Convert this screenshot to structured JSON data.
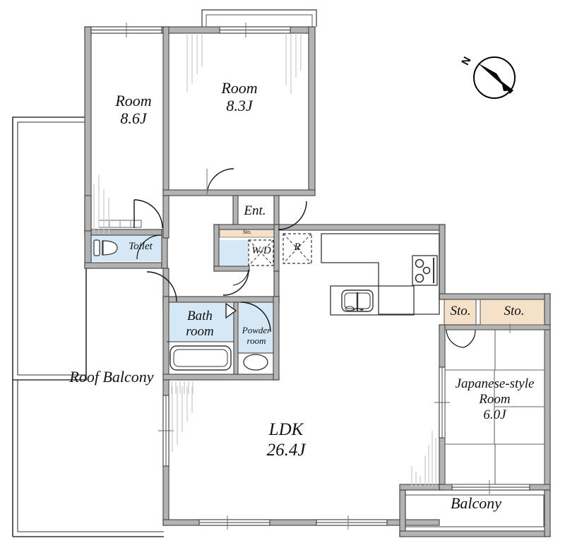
{
  "plan": {
    "title": "Apartment Floor Plan",
    "colors": {
      "wall": "#b3b3b3",
      "wall_outline": "#4d4d4d",
      "wet_area": "#d6e8f5",
      "storage": "#f5e0c8",
      "line": "#222222",
      "thin_line": "#555555",
      "background": "#ffffff"
    }
  },
  "rooms": [
    {
      "id": "room-west",
      "name": "Room",
      "area": "8.6J",
      "type": "western"
    },
    {
      "id": "room-east",
      "name": "Room",
      "area": "8.3J",
      "type": "western"
    },
    {
      "id": "ldk",
      "name": "LDK",
      "area": "26.4J",
      "type": "living-dining-kitchen"
    },
    {
      "id": "japanese-room",
      "name": "Japanese-style\nRoom",
      "area": "6.0J",
      "type": "tatami"
    }
  ],
  "room_labels": {
    "room_west_name": "Room",
    "room_west_area": "8.6J",
    "room_east_name": "Room",
    "room_east_area": "8.3J",
    "ldk_name": "LDK",
    "ldk_area": "26.4J",
    "japanese_name_line1": "Japanese-style",
    "japanese_name_line2": "Room",
    "japanese_area": "6.0J",
    "entrance": "Ent.",
    "toilet": "Toilet",
    "bath_line1": "Bath",
    "bath_line2": "room",
    "powder_line1": "Powder",
    "powder_line2": "room",
    "roof_balcony": "Roof Balcony",
    "balcony": "Balcony",
    "storage_left": "Sto.",
    "storage_right": "Sto.",
    "shoe_storage": "Sto.",
    "washer_dryer": "W/D",
    "refrigerator": "R"
  },
  "fixtures": [
    {
      "id": "toilet-bowl",
      "label": "",
      "room": "toilet"
    },
    {
      "id": "bathtub",
      "label": "",
      "room": "bath-room"
    },
    {
      "id": "powder-sink",
      "label": "",
      "room": "powder-room"
    },
    {
      "id": "kitchen-sink",
      "label": "",
      "room": "ldk"
    },
    {
      "id": "kitchen-stove",
      "label": "",
      "room": "ldk",
      "burners": 3
    },
    {
      "id": "washer-dryer",
      "label": "W/D",
      "room": "utility"
    },
    {
      "id": "refrigerator",
      "label": "R",
      "room": "ldk"
    }
  ],
  "compass": {
    "north_label": "N",
    "direction": "northwest"
  }
}
